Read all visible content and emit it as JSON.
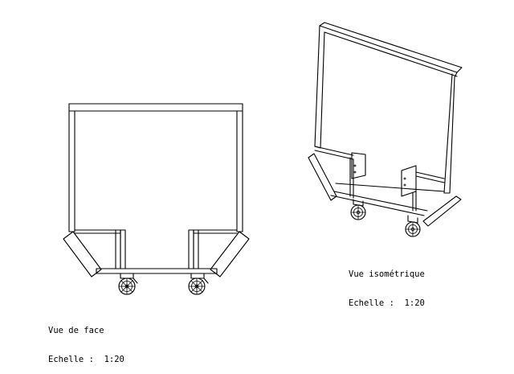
{
  "front_view": {
    "title": "Vue de face",
    "scale_label": "Echelle :",
    "scale_value": "1:20"
  },
  "iso_view": {
    "title": "Vue isométrique",
    "scale_label": "Echelle :",
    "scale_value": "1:20"
  }
}
